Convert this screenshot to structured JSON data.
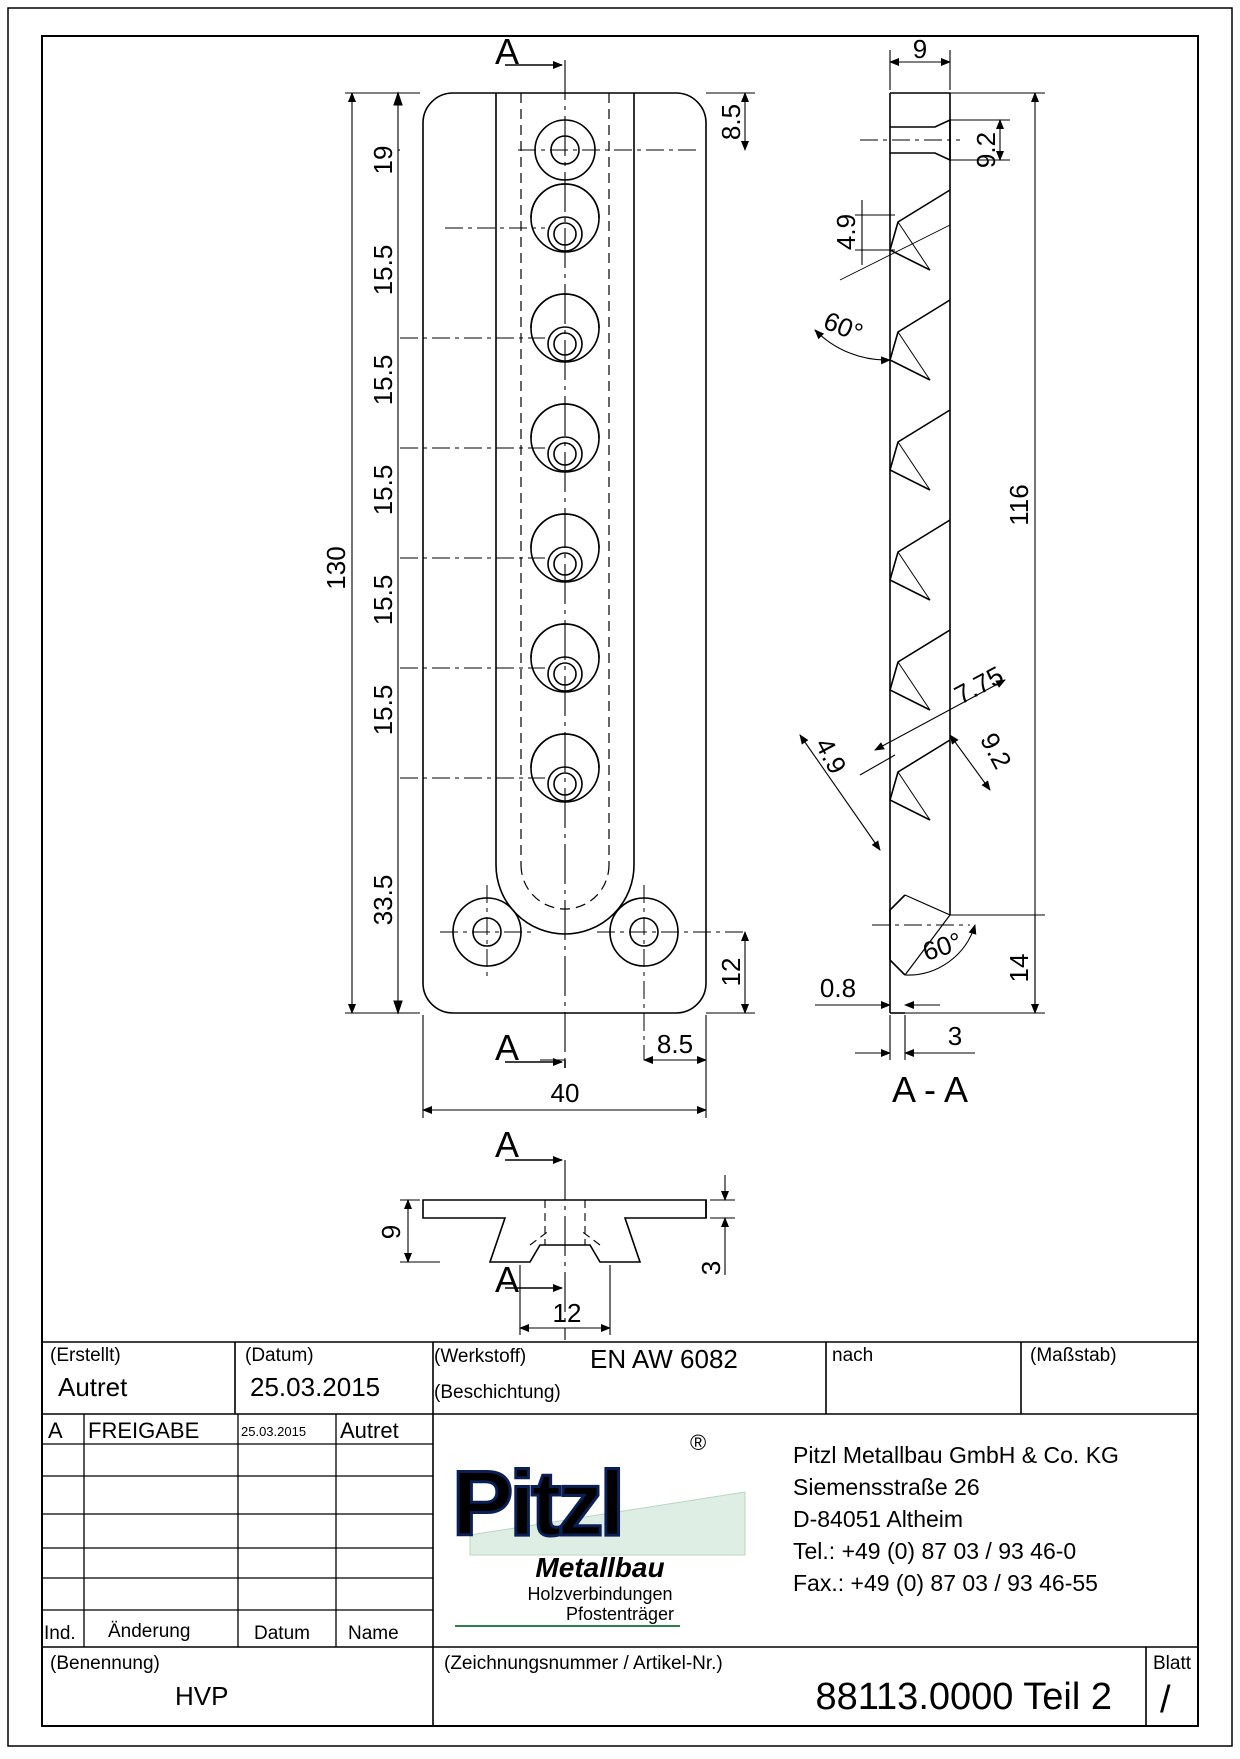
{
  "drawing": {
    "section_marker": "A",
    "section_view_label": "A - A",
    "dims_front": {
      "total_height": "130",
      "top_offset": "19",
      "pitch": [
        "15.5",
        "15.5",
        "15.5",
        "15.5",
        "15.5"
      ],
      "bottom_offset": "33.5",
      "top_right": "8.5",
      "bottom_right": "12",
      "edge_right": "8.5",
      "width": "40"
    },
    "dims_side": {
      "thickness": "9",
      "head": "9.2",
      "tooth_top": "4.9",
      "angle_top": "60°",
      "length": "116",
      "d775": "7.75",
      "d49": "4.9",
      "d92": "9.2",
      "angle_bottom": "60°",
      "bottom_height": "14",
      "d08": "0.8",
      "d3": "3"
    },
    "dims_top": {
      "height": "9",
      "depth": "3",
      "width": "12"
    }
  },
  "title_block": {
    "created_label": "(Erstellt)",
    "created_value": "Autret",
    "date_label": "(Datum)",
    "date_value": "25.03.2015",
    "material_label": "(Werkstoff)",
    "material_value": "EN AW 6082",
    "coating_label": "(Beschichtung)",
    "nach_label": "nach",
    "scale_label": "(Maßstab)",
    "revision": {
      "index": "A",
      "change": "FREIGABE",
      "date": "25.03.2015",
      "name": "Autret"
    },
    "rev_headers": {
      "index": "Ind.",
      "change": "Änderung",
      "date": "Datum",
      "name": "Name"
    },
    "designation_label": "(Benennung)",
    "designation_value": "HVP",
    "drawing_no_label": "(Zeichnungsnummer / Artikel-Nr.)",
    "drawing_no_value": "88113.0000 Teil 2",
    "sheet_label": "Blatt",
    "sheet_value": "/"
  },
  "logo": {
    "brand": "Pitzl",
    "registered": "®",
    "sub1": "Metallbau",
    "sub2": "Holzverbindungen",
    "sub3": "Pfostenträger",
    "color": "#1f3f8f"
  },
  "company": {
    "name": "Pitzl Metallbau GmbH & Co. KG",
    "street": "Siemensstraße 26",
    "city": "D-84051 Altheim",
    "tel": "Tel.:  +49 (0) 87 03 / 93 46-0",
    "fax": "Fax.: +49 (0) 87 03 / 93 46-55"
  }
}
